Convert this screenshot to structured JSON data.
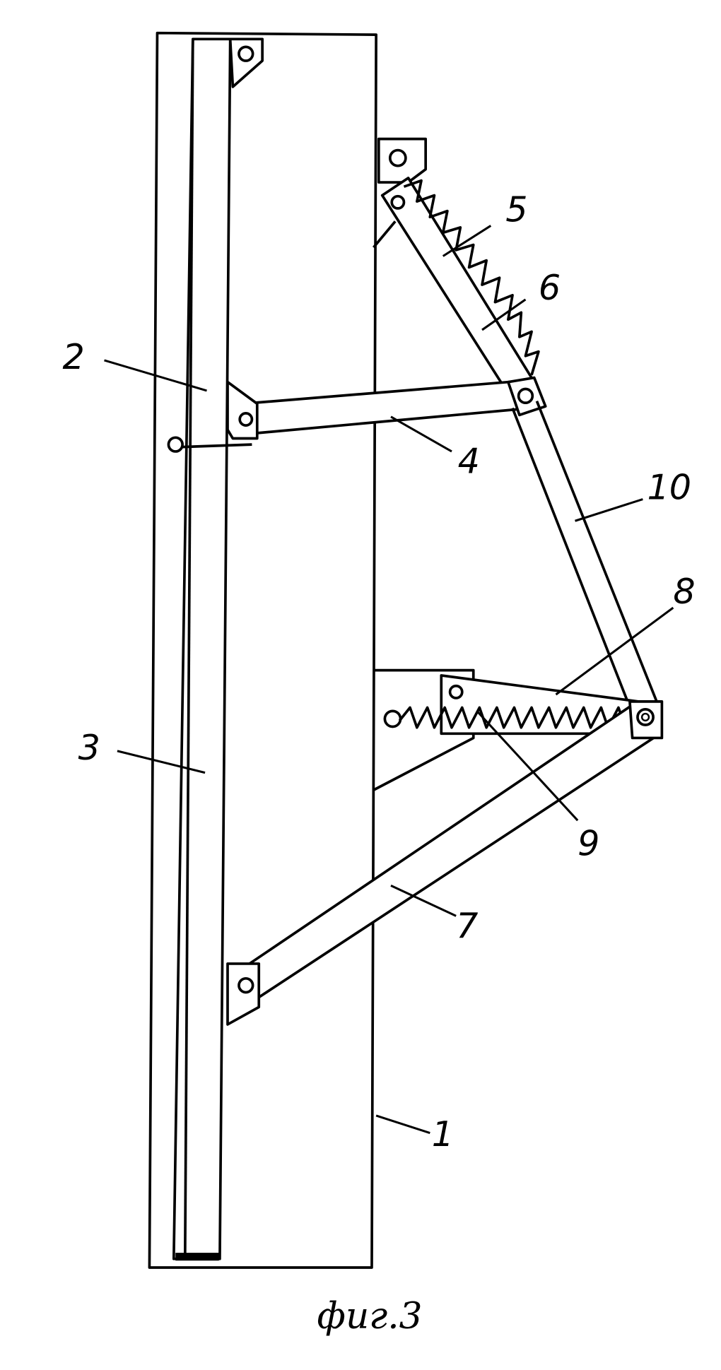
{
  "figure": {
    "caption": "фиг.3",
    "labels": {
      "frame": "1",
      "panel_bar": "2",
      "panel": "3",
      "link_upper": "4",
      "link_diagonal": "5",
      "spring_upper": "6",
      "link_lower": "7",
      "link_middle": "8",
      "spring_lower": "9",
      "link_vertical": "10"
    }
  }
}
